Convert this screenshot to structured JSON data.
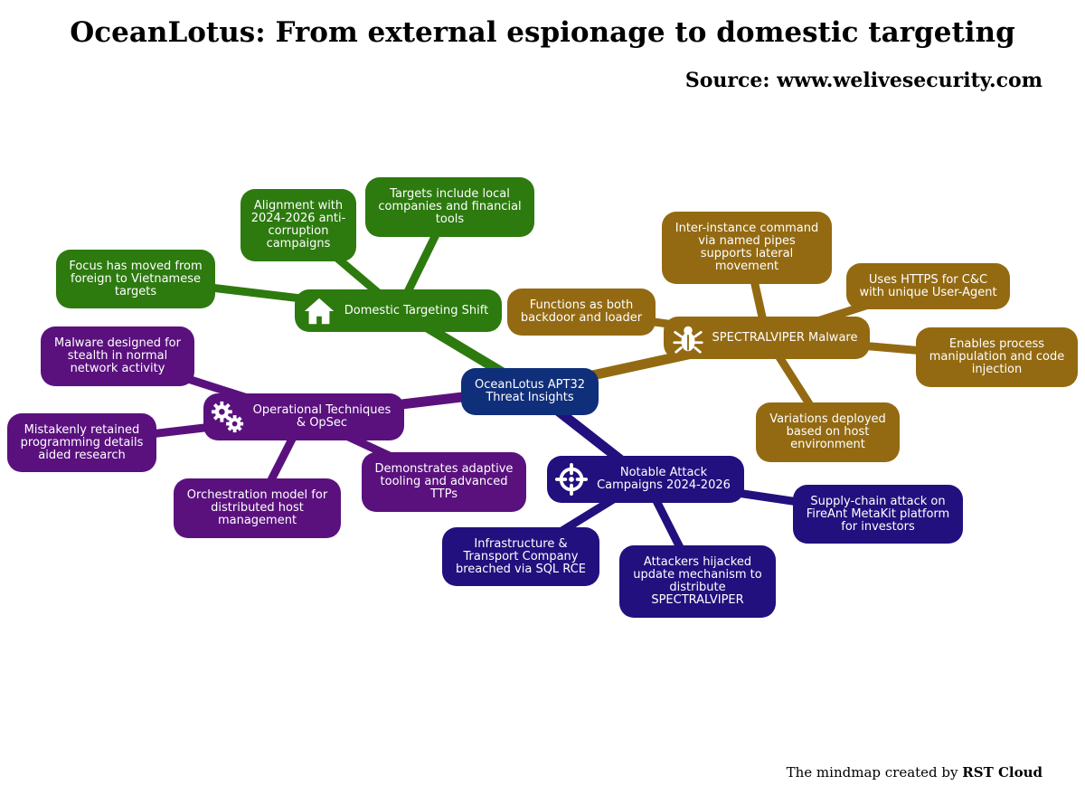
{
  "title": "OceanLotus: From external espionage to domestic targeting",
  "source": "Source: www.welivesecurity.com",
  "credit": {
    "prefix": "The mindmap created by",
    "brand": "RST Cloud"
  },
  "colors": {
    "center": "#102f7a",
    "domestic": "#2d7a0f",
    "malware": "#936a12",
    "campaigns": "#22107e",
    "opsec": "#5a117e"
  },
  "center": "OceanLotus APT32 Threat Insights",
  "domestic": {
    "label": "Domestic Targeting Shift",
    "icon": "house-icon",
    "items": [
      "Focus has moved from foreign to Vietnamese targets",
      "Alignment with 2024-2026 anti-corruption campaigns",
      "Targets include local companies and financial tools"
    ]
  },
  "malware": {
    "label": "SPECTRALVIPER Malware",
    "icon": "bug-icon",
    "items": [
      "Functions as both backdoor and loader",
      "Inter-instance command via named pipes supports lateral movement",
      "Uses HTTPS for C&C with unique User-Agent",
      "Enables process manipulation and code injection",
      "Variations deployed based on host environment"
    ]
  },
  "campaigns": {
    "label": "Notable Attack Campaigns 2024-2026",
    "icon": "crosshair-icon",
    "items": [
      "Supply-chain attack on FireAnt MetaKit platform for investors",
      "Attackers hijacked update mechanism to distribute SPECTRALVIPER",
      "Infrastructure & Transport Company breached via SQL RCE"
    ]
  },
  "opsec": {
    "label": "Operational Techniques & OpSec",
    "icon": "gears-icon",
    "items": [
      "Malware designed for stealth in normal network activity",
      "Mistakenly retained programming details aided research",
      "Orchestration model for distributed host management",
      "Demonstrates adaptive tooling and advanced TTPs"
    ]
  }
}
